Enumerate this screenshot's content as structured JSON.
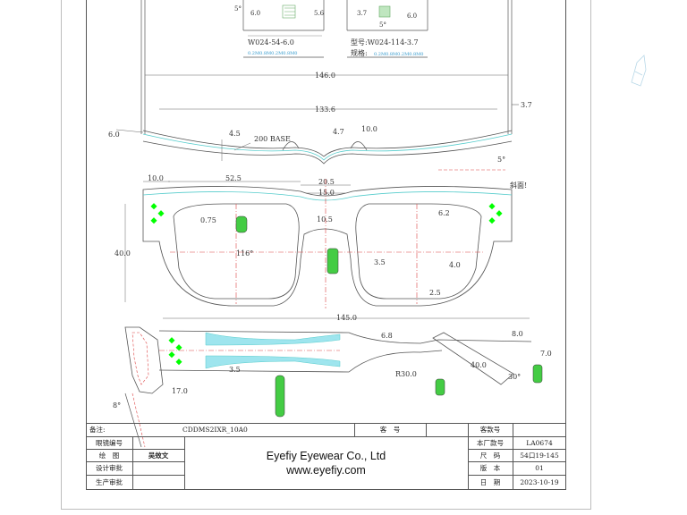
{
  "drawing": {
    "top_left_model": "W024-54-6.0",
    "top_left_spec": "0.2M0.8M0.2M0.8M0",
    "top_left_dims": [
      "5°",
      "6.0",
      "5.6"
    ],
    "top_right_model_label": "型号:",
    "top_right_model": "W024-114-3.7",
    "top_right_spec_label": "规格:",
    "top_right_spec": "0.2M0.8M0.2M0.8M0",
    "top_right_dims": [
      "3.7",
      "6.0",
      "5°"
    ],
    "dims": {
      "d146": "146.0",
      "d133": "133.6",
      "d3_7": "3.7",
      "d6_0": "6.0",
      "d4_5": "4.5",
      "base": "200 BASE",
      "d4_7": "4.7",
      "d10_0a": "10.0",
      "d5deg": "5°",
      "d10_0b": "10.0",
      "d52_5": "52.5",
      "d20_5": "20.5",
      "d15_0": "15.0",
      "d10_5": "10.5",
      "d40_0": "40.0",
      "d0_75": "0.75",
      "d116": "116°",
      "d6_2": "6.2",
      "d3_5a": "3.5",
      "d4_0": "4.0",
      "d2_5": "2.5",
      "bevel": "斜面!",
      "d145": "145.0",
      "d6_8": "6.8",
      "d8_0": "8.0",
      "d7_0": "7.0",
      "d40_0b": "40.0",
      "r30": "R30.0",
      "d30deg": "30°",
      "d3_5b": "3.5",
      "d17_0": "17.0",
      "d8deg": "8°"
    }
  },
  "title_block": {
    "remark_label": "备注:",
    "remark_value": "CDDMS2IXR_10A0",
    "customer_label": "客　号",
    "customer_value": "",
    "cust_model_label": "客款号",
    "cust_model_value": "",
    "sample_no_label": "眼镜编号",
    "factory_no_label": "本厂款号",
    "factory_no_value": "LA0674",
    "drawn_label": "绘　图",
    "drawn_value": "吴效文",
    "size_label": "尺　码",
    "size_value": "54口19-145",
    "design_review_label": "设计审批",
    "version_label": "版　本",
    "version_value": "01",
    "production_review_label": "生产审批",
    "date_label": "日　期",
    "date_value": "2023-10-19",
    "company_name": "Eyefiy Eyewear Co., Ltd",
    "company_web": "www.eyefiy.com"
  }
}
